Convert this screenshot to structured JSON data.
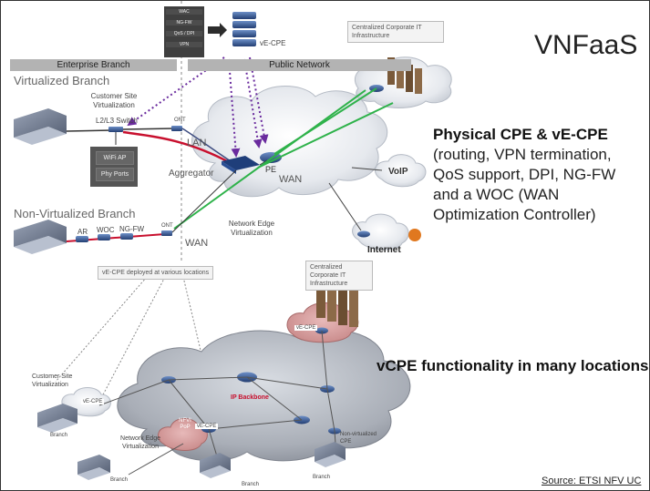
{
  "title": "VNFaaS",
  "physical_cpe": {
    "heading": "Physical CPE &  vE-CPE",
    "body": "(routing, VPN termination, QoS support, DPI, NG-FW and a WOC (WAN Optimization Controller)"
  },
  "vcpe_heading": "vCPE functionality in many locations",
  "source": "Source: ETSI NFV UC",
  "top_diagram": {
    "stack_items": [
      "WAC",
      "NG-FW",
      "QoS / DPI",
      "VPN"
    ],
    "ve_cpe_label": "vE-CPE",
    "centralized_label": "Centralized Corporate IT Infrastructure",
    "enterprise_branch": "Enterprise Branch",
    "public_network": "Public Network",
    "virtualized_branch": "Virtualized Branch",
    "customer_site": "Customer Site Virtualization",
    "l2l3_switch": "L2/L3 Switch",
    "ont": "ONT",
    "wifi_ap": "WiFi AP",
    "phy_ports": "Phy Ports",
    "lan": "LAN",
    "aggregator": "Aggregator",
    "pe": "PE",
    "wan": "WAN",
    "voip": "VoIP",
    "internet": "Internet",
    "non_virtualized_branch": "Non-Virtualized Branch",
    "ar": "AR",
    "woc": "WOC",
    "ngfw": "NG-FW",
    "network_edge": "Network Edge Virtualization"
  },
  "bottom_diagram": {
    "deployed_label": "vE-CPE deployed at various locations",
    "centralized_label": "Centralized Corporate IT Infrastructure",
    "ve_cpe": "vE-CPE",
    "ip_backbone": "IP Backbone",
    "customer_site": "Customer Site Virtualization",
    "branch": "Branch",
    "nfvi_pop": "NFVI PoP",
    "network_edge": "Network Edge Virtualization",
    "non_virtualized_cpe": "Non-virtualized CPE"
  }
}
